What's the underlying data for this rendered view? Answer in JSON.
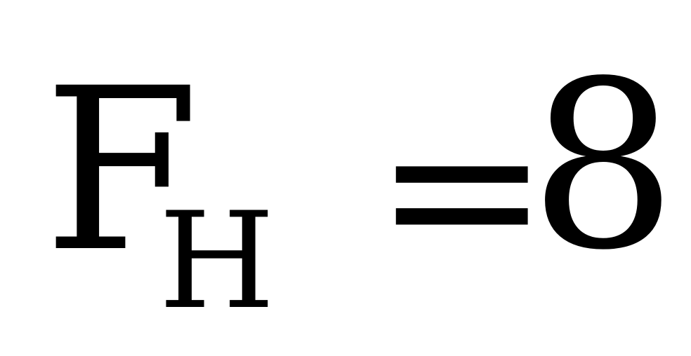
{
  "formula": {
    "base": "F",
    "subscript": "Н",
    "operator": "=",
    "value": "8"
  },
  "colors": {
    "text": "#000000",
    "background": "#ffffff"
  }
}
